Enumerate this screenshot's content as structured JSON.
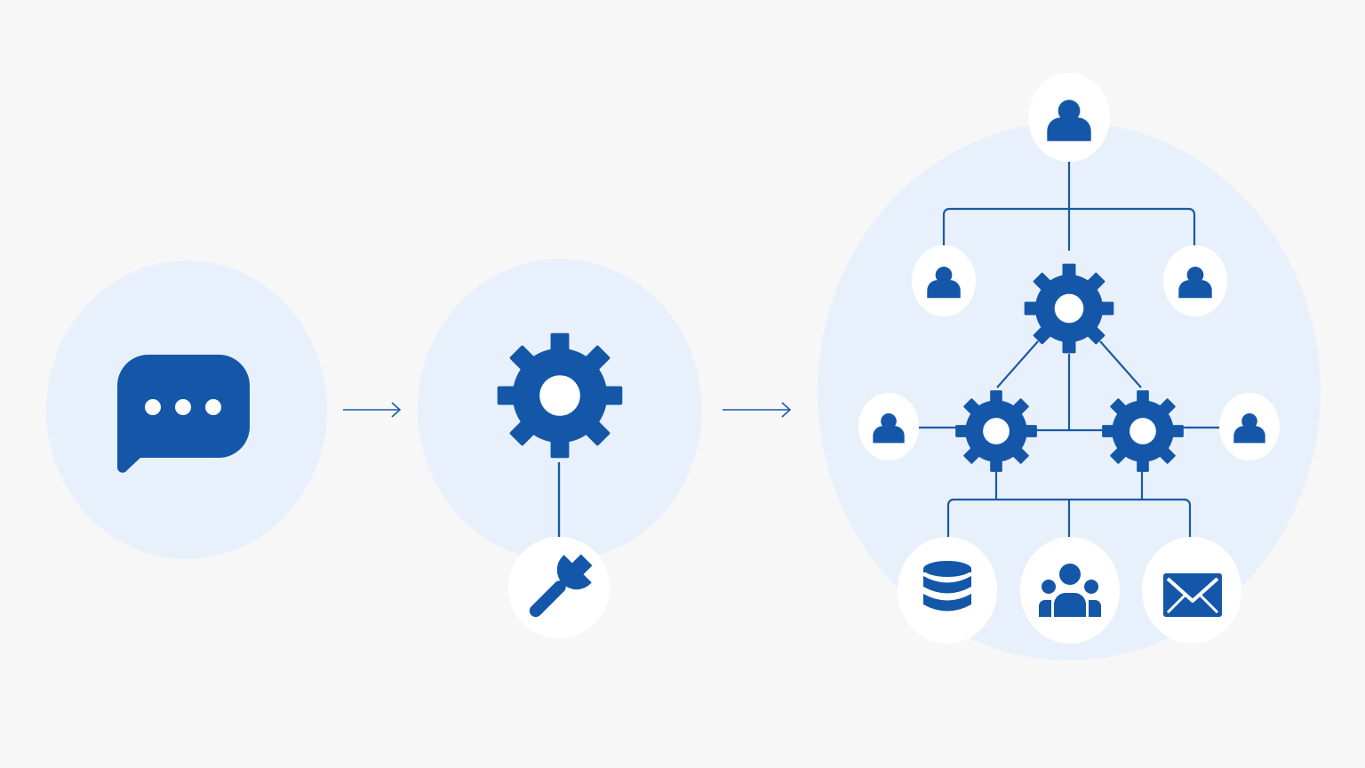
{
  "colors": {
    "background": "#f7f7f7",
    "stage_fill": "#e8f1fb",
    "primary_blue": "#1457a8",
    "node_fill": "#ffffff",
    "line": "#1a5aa6"
  },
  "diagram": {
    "stages": [
      {
        "id": "single-prompt",
        "icon": "chat-bubble-icon"
      },
      {
        "id": "single-agent",
        "icon": "gear-icon",
        "attachment_icon": "wrench-icon"
      },
      {
        "id": "multi-agent-system",
        "icons": [
          "gear-icon",
          "user-icon",
          "database-icon",
          "group-icon",
          "mail-icon"
        ]
      }
    ],
    "connectors": [
      "arrow-right",
      "arrow-right"
    ]
  }
}
